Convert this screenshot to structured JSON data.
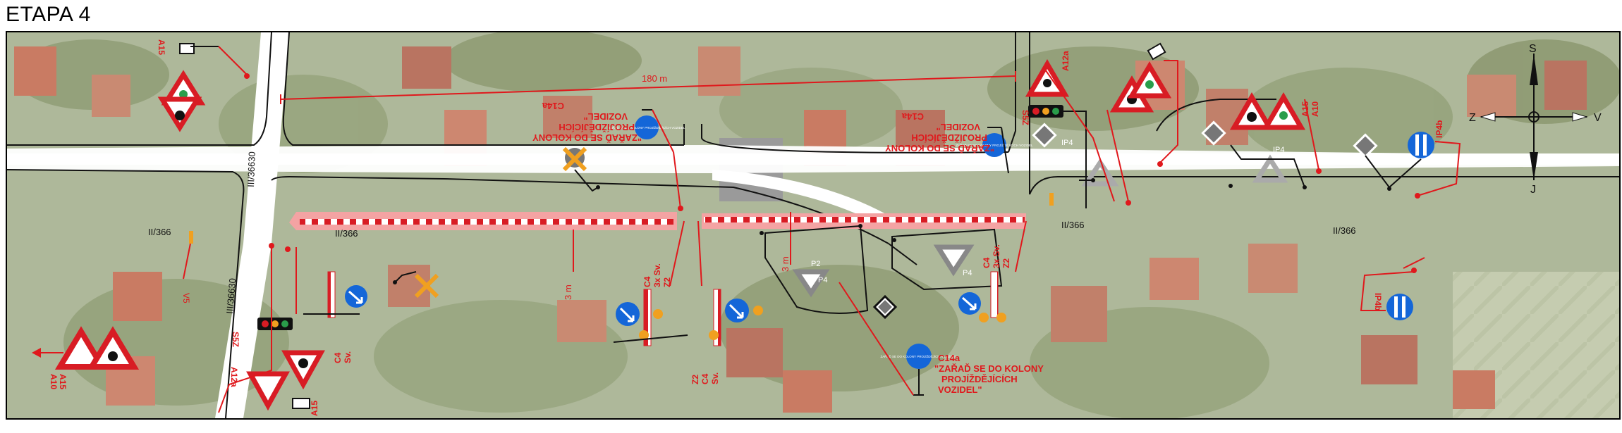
{
  "title": "ETAPA 4",
  "map": {
    "roads": {
      "main": "II/366",
      "cross": "III/36630"
    },
    "dimensions": {
      "length": "180 m",
      "offset": "3 m"
    },
    "notices": {
      "code": "C14a",
      "text_line1": "\"ZAŘAĎ SE DO KOLONY",
      "text_line2": "PROJÍŽDĚJÍCÍCH",
      "text_line3": "VOZIDEL\"",
      "small_sign": "ZAŘAĎ SE DO KOLONY PROJÍŽDĚJÍCÍCH VOZIDEL"
    },
    "sign_codes": {
      "a15": "A15",
      "a10": "A10",
      "a12a": "A12a",
      "s_sz": "S5Z",
      "ip4b": "IP4b",
      "p2": "P2",
      "p4": "P4",
      "v5": "V5",
      "c4": "C4",
      "sv3": "3x Sv.",
      "sv": "Sv.",
      "z2": "Z2",
      "ip4": "IP4"
    },
    "compass": {
      "north": "S",
      "south": "J",
      "west": "Z",
      "east": "V"
    },
    "colors": {
      "work_zone": "#f4a3a3",
      "annotation": "#e0181c",
      "road": "#ffffff",
      "sign_blue": "#1466d8",
      "sign_red": "#d81c24",
      "barrier_orange": "#f0a020"
    }
  }
}
